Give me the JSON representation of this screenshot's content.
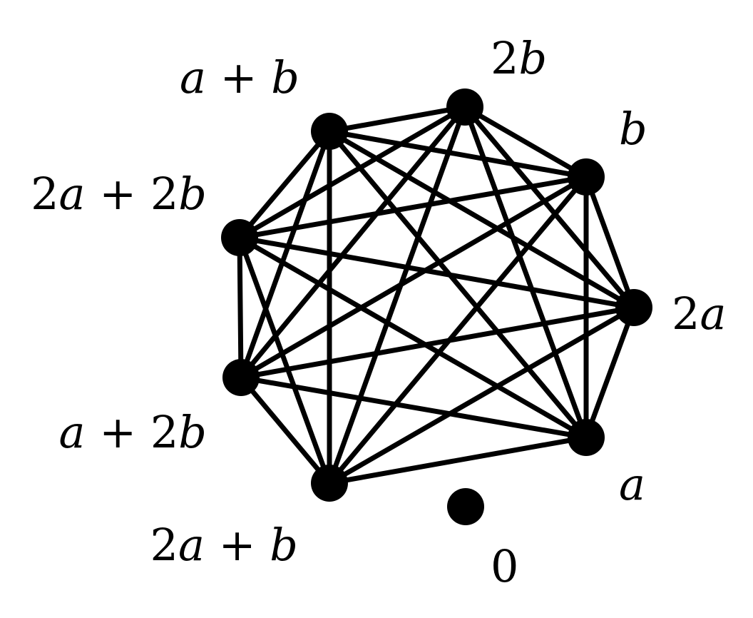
{
  "graph": {
    "nodes": [
      {
        "id": "n_2b",
        "label": [
          "2",
          {
            "i": "b"
          }
        ]
      },
      {
        "id": "n_b",
        "label": [
          {
            "i": "b"
          }
        ]
      },
      {
        "id": "n_2a",
        "label": [
          "2",
          {
            "i": "a"
          }
        ]
      },
      {
        "id": "n_a",
        "label": [
          {
            "i": "a"
          }
        ]
      },
      {
        "id": "n_0",
        "label": [
          "0"
        ]
      },
      {
        "id": "n_2apb",
        "label": [
          "2",
          {
            "i": "a"
          },
          " + ",
          {
            "i": "b"
          }
        ]
      },
      {
        "id": "n_ap2b",
        "label": [
          {
            "i": "a"
          },
          " + 2",
          {
            "i": "b"
          }
        ]
      },
      {
        "id": "n_2ap2b",
        "label": [
          "2",
          {
            "i": "a"
          },
          " + 2",
          {
            "i": "b"
          }
        ]
      },
      {
        "id": "n_apb",
        "label": [
          {
            "i": "a"
          },
          " + ",
          {
            "i": "b"
          }
        ]
      }
    ],
    "edges": [
      [
        "n_apb",
        "n_2b"
      ],
      [
        "n_apb",
        "n_b"
      ],
      [
        "n_apb",
        "n_2a"
      ],
      [
        "n_apb",
        "n_a"
      ],
      [
        "n_apb",
        "n_2apb"
      ],
      [
        "n_apb",
        "n_ap2b"
      ],
      [
        "n_apb",
        "n_2ap2b"
      ],
      [
        "n_2b",
        "n_b"
      ],
      [
        "n_2b",
        "n_2a"
      ],
      [
        "n_2b",
        "n_a"
      ],
      [
        "n_2b",
        "n_2apb"
      ],
      [
        "n_2b",
        "n_ap2b"
      ],
      [
        "n_2b",
        "n_2ap2b"
      ],
      [
        "n_b",
        "n_2a"
      ],
      [
        "n_b",
        "n_a"
      ],
      [
        "n_b",
        "n_2apb"
      ],
      [
        "n_b",
        "n_ap2b"
      ],
      [
        "n_b",
        "n_2ap2b"
      ],
      [
        "n_2a",
        "n_a"
      ],
      [
        "n_2a",
        "n_2apb"
      ],
      [
        "n_2a",
        "n_ap2b"
      ],
      [
        "n_2a",
        "n_2ap2b"
      ],
      [
        "n_a",
        "n_2apb"
      ],
      [
        "n_a",
        "n_ap2b"
      ],
      [
        "n_a",
        "n_2ap2b"
      ],
      [
        "n_2apb",
        "n_ap2b"
      ],
      [
        "n_2apb",
        "n_2ap2b"
      ],
      [
        "n_ap2b",
        "n_2ap2b"
      ]
    ]
  }
}
